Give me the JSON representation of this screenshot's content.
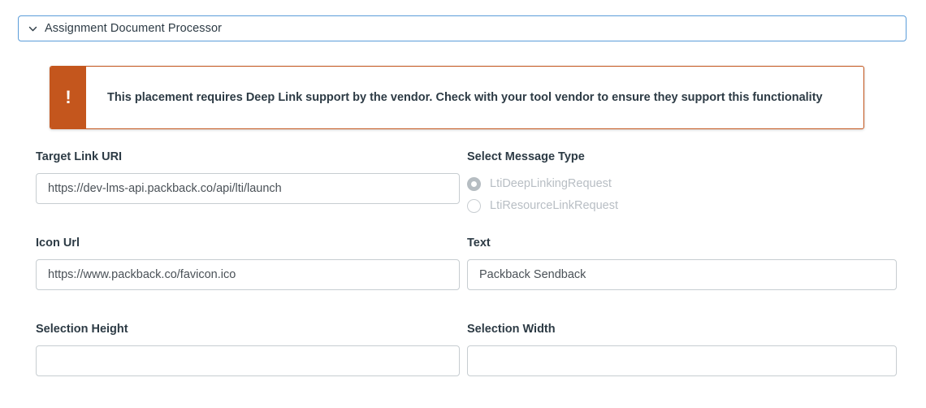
{
  "placement": {
    "title": "Assignment Document Processor",
    "expanded": true,
    "chevron_icon": "chevron-down-icon",
    "border_color": "#5B9DD9"
  },
  "alert": {
    "icon": "exclamation-icon",
    "icon_glyph": "!",
    "message": "This placement requires Deep Link support by the vendor. Check with your tool vendor to ensure they support this functionality",
    "accent_color": "#C4561D"
  },
  "fields": {
    "target_link_uri": {
      "label": "Target Link URI",
      "value": "https://dev-lms-api.packback.co/api/lti/launch",
      "placeholder": ""
    },
    "icon_url": {
      "label": "Icon Url",
      "value": "https://www.packback.co/favicon.ico",
      "placeholder": ""
    },
    "selection_height": {
      "label": "Selection Height",
      "value": "",
      "placeholder": ""
    },
    "text": {
      "label": "Text",
      "value": "Packback Sendback",
      "placeholder": ""
    },
    "selection_width": {
      "label": "Selection Width",
      "value": "",
      "placeholder": ""
    }
  },
  "message_type": {
    "label": "Select Message Type",
    "selected": "LtiDeepLinkingRequest",
    "disabled": true,
    "options": [
      {
        "label": "LtiDeepLinkingRequest",
        "selected": true
      },
      {
        "label": "LtiResourceLinkRequest",
        "selected": false
      }
    ]
  }
}
